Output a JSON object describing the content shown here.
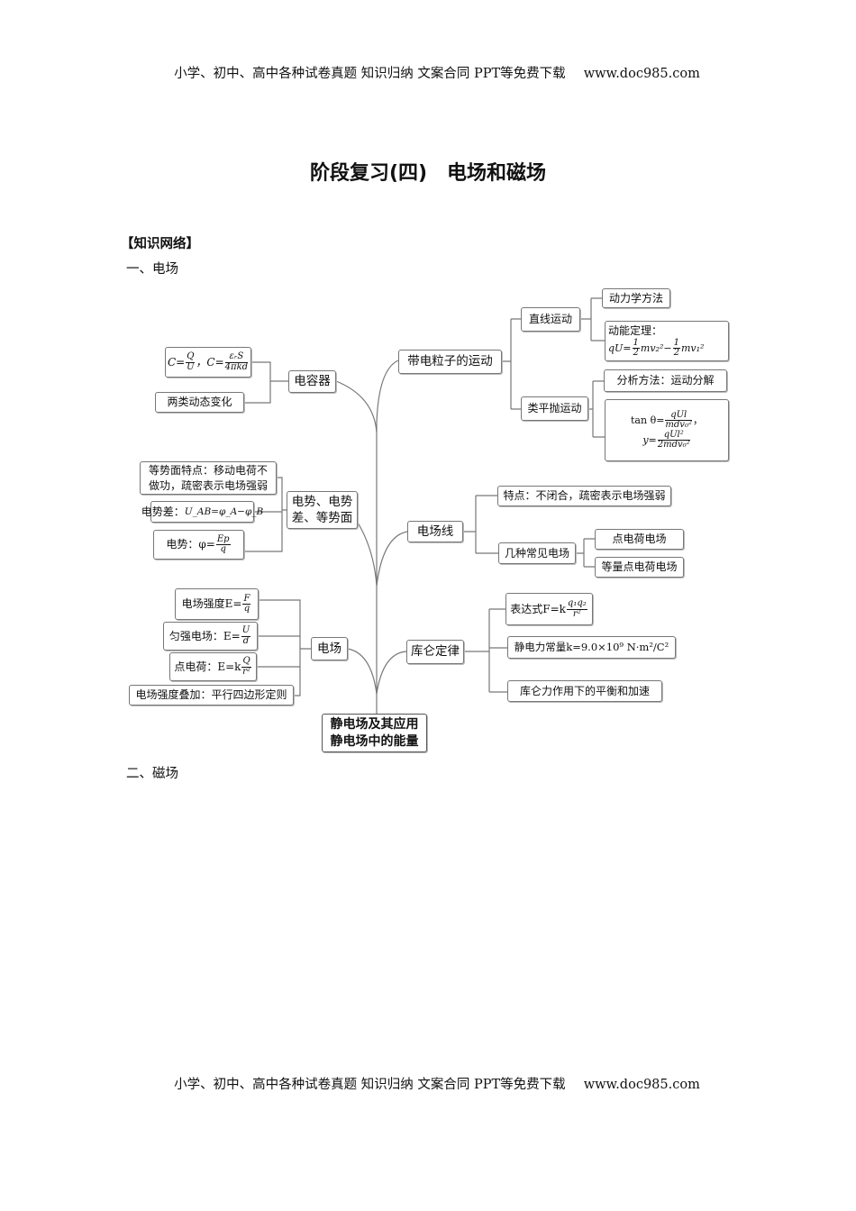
{
  "header": {
    "left": "小学、初中、高中各种试卷真题 知识归纳 文案合同 PPT等免费下载",
    "right": "www.doc985.com"
  },
  "footer": {
    "left": "小学、初中、高中各种试卷真题 知识归纳 文案合同 PPT等免费下载",
    "right": "www.doc985.com"
  },
  "title": "阶段复习(四)　电场和磁场",
  "section_label": "【知识网络】",
  "section1": "一、电场",
  "section2": "二、磁场",
  "map": {
    "center": [
      "静电场及其应用",
      "静电场中的能量"
    ],
    "charged_motion": "带电粒子的运动",
    "linear": "直线运动",
    "dynamics": "动力学方法",
    "kinetic_title": "动能定理：",
    "kinetic_formula": {
      "lhs": "qU=",
      "a": "mv₂²−",
      "b": "mv₁²",
      "num": "1",
      "den": "2"
    },
    "projectile": "类平抛运动",
    "analysis": "分析方法：运动分解",
    "tan": {
      "lhs": "tan θ=",
      "num": "qUl",
      "den": "mdv₀²",
      "tail": "，"
    },
    "y": {
      "lhs": "y=",
      "num": "qUl²",
      "den": "2mdv₀²"
    },
    "capacitor": "电容器",
    "cap_formula": {
      "a": "C=",
      "an": "Q",
      "ad": "U",
      "b": "，C=",
      "bn": "εᵣS",
      "bd": "4πkd"
    },
    "dynamic": "两类动态变化",
    "potential_group": [
      "电势、电势",
      "差、等势面"
    ],
    "equipotential": [
      "等势面特点：移动电荷不",
      "做功，疏密表示电场强弱"
    ],
    "pot_diff": {
      "label": "电势差：",
      "formula": "U_AB=φ_A−φ_B"
    },
    "potential": {
      "label": "电势：φ=",
      "num": "Ep",
      "den": "q"
    },
    "field_lines": "电场线",
    "fl_feature": "特点：不闭合，疏密表示电场强弱",
    "common_fields": "几种常见电场",
    "point_field": "点电荷电场",
    "equal_field": "等量点电荷电场",
    "field": "电场",
    "intensity": {
      "label": "电场强度E=",
      "num": "F",
      "den": "q"
    },
    "uniform": {
      "label": "匀强电场：E=",
      "num": "U",
      "den": "d"
    },
    "point_charge": {
      "label": "点电荷：E=k",
      "num": "Q",
      "den": "r²"
    },
    "superposition": "电场强度叠加：平行四边形定则",
    "coulomb": "库仑定律",
    "expression": {
      "label": "表达式F=k",
      "num": "q₁q₂",
      "den": "r²"
    },
    "constant": "静电力常量k=9.0×10⁹ N·m²/C²",
    "balance": "库仑力作用下的平衡和加速"
  }
}
